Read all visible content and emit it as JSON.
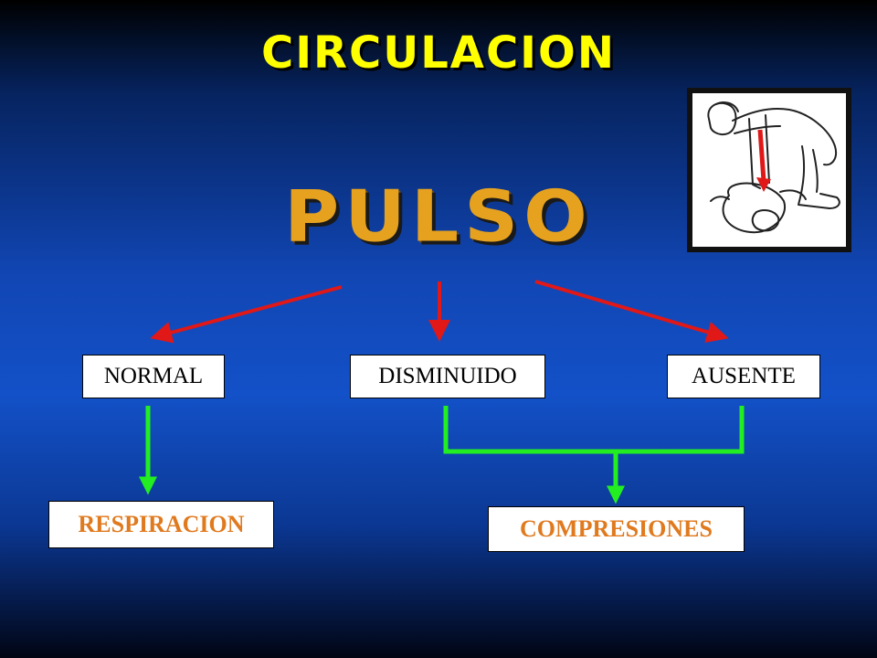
{
  "slide": {
    "title": "CIRCULACION",
    "subtitle": "PULSO"
  },
  "boxes": {
    "normal": "NORMAL",
    "disminuido": "DISMINUIDO",
    "ausente": "AUSENTE",
    "respiracion": "RESPIRACION",
    "compresiones": "COMPRESIONES"
  },
  "colors": {
    "title": "#ffff00",
    "subtitle": "#e6a21f",
    "red_arrow": "#e01818",
    "green_arrow": "#22ee22",
    "orange_text": "#e07a1f"
  }
}
